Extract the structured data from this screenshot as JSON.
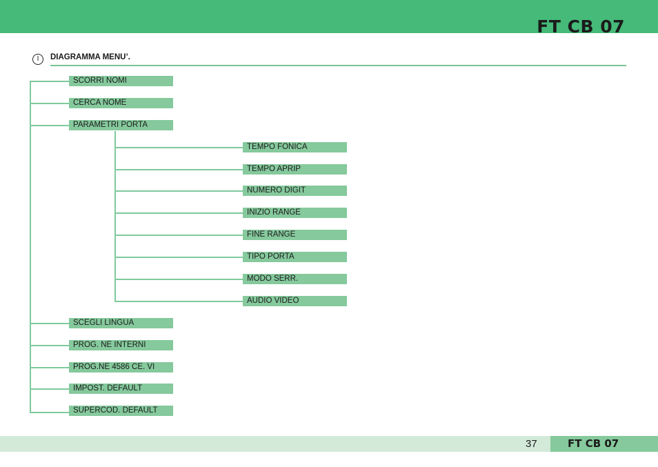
{
  "header": {
    "title": "FT CB 07"
  },
  "section": {
    "icon": "info-icon",
    "icon_glyph": "I",
    "title": "DIAGRAMMA MENU’."
  },
  "menu": {
    "top_items": [
      "SCORRI NOMI",
      "CERCA NOME",
      "PARAMETRI PORTA"
    ],
    "sub_items": [
      "TEMPO FONICA",
      "TEMPO APRIP",
      "NUMERO DIGIT",
      "INIZIO RANGE",
      "FINE RANGE",
      "TIPO PORTA",
      "MODO SERR.",
      "AUDIO VIDEO"
    ],
    "bottom_items": [
      "SCEGLI LINGUA",
      "PROG. NE INTERNI",
      "PROG.NE 4586 CE. VI",
      "IMPOST. DEFAULT",
      "SUPERCOD. DEFAULT"
    ]
  },
  "footer": {
    "page_number": "37",
    "title": "FT CB 07"
  },
  "colors": {
    "header": "#45ba79",
    "item": "#85c99c",
    "footer_light": "#d3ead9"
  }
}
